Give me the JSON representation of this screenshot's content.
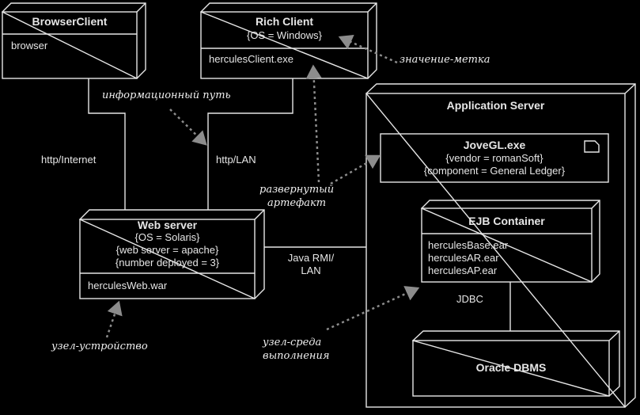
{
  "nodes": {
    "browser_client": {
      "title": "BrowserClient",
      "artifact": "browser"
    },
    "rich_client": {
      "title": "Rich Client",
      "tag": "{OS = Windows}",
      "artifact": "herculesClient.exe"
    },
    "web_server": {
      "title": "Web server",
      "tags": [
        "{OS = Solaris}",
        "{web server = apache}",
        "{number deployed = 3}"
      ],
      "artifact": "herculesWeb.war"
    },
    "app_server": {
      "title": "Application Server"
    },
    "jovegl": {
      "title": "JoveGL.exe",
      "tags": [
        "{vendor = romanSoft}",
        "{component = General Ledger}"
      ],
      "icon": "document-icon"
    },
    "ejb_container": {
      "title": "EJB Container",
      "artifacts": [
        "herculesBase.ear",
        "herculesAR.ear",
        "herculesAP.ear"
      ]
    },
    "oracle": {
      "title": "Oracle DBMS"
    }
  },
  "connections": {
    "http_internet": "http/Internet",
    "http_lan": "http/LAN",
    "java_rmi": [
      "Java RMI/",
      "LAN"
    ],
    "jdbc": "JDBC"
  },
  "annotations": {
    "info_path": "информационный путь",
    "tagged_value": "значение-метка",
    "deployed_artifact": [
      "развернутый",
      "артефакт"
    ],
    "device_node": "узел-устройство",
    "exec_env_node": [
      "узел-среда",
      "выполнения"
    ]
  },
  "colors": {
    "background": "#000000",
    "line": "#e6e6e6",
    "dashed": "#8c8c8c"
  }
}
